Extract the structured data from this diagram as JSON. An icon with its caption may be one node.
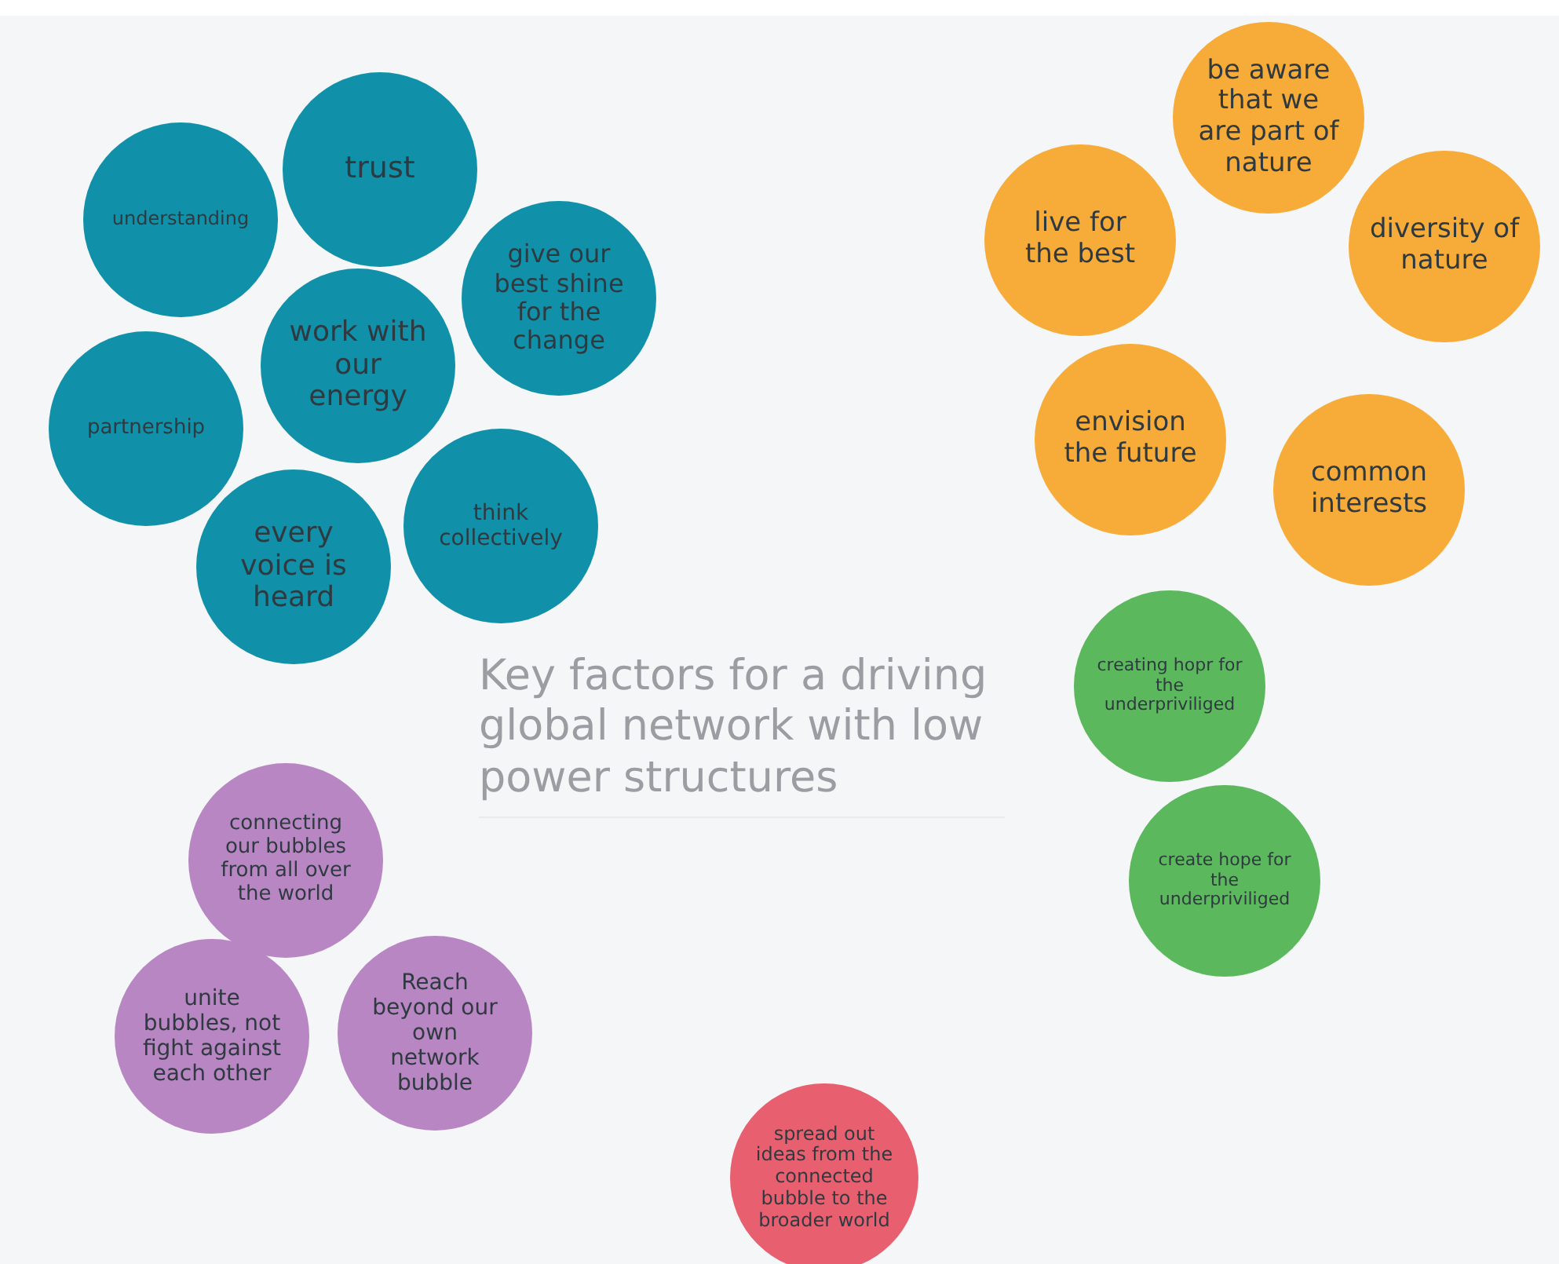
{
  "diagram": {
    "title": "Key factors for a driving global network with low power structures",
    "nodes": [
      {
        "text": [
          "understanding"
        ]
      },
      {
        "text": [
          "trust"
        ]
      },
      {
        "text": [
          "give our best shine for the change"
        ]
      },
      {
        "text": [
          "work with our energy"
        ]
      },
      {
        "text": [
          "partnership"
        ]
      },
      {
        "text": [
          "think collectively"
        ]
      },
      {
        "text": [
          "every voice is heard"
        ]
      },
      {
        "text": [
          "be aware that we are part of nature"
        ]
      },
      {
        "text": [
          "live for the best"
        ]
      },
      {
        "text": [
          "diversity of nature"
        ]
      },
      {
        "text": [
          "envision the future"
        ]
      },
      {
        "text": [
          "common interests"
        ]
      },
      {
        "text": [
          "creating hopr for the underpriviliged"
        ]
      },
      {
        "text": [
          "create hope for the underpriviliged"
        ]
      },
      {
        "text": [
          "connecting our bubbles from all over the world"
        ]
      },
      {
        "text": [
          "unite bubbles, not fight against each other"
        ]
      },
      {
        "text": [
          "Reach beyond our own network bubble"
        ]
      },
      {
        "text": [
          "spread out ideas from the connected bubble to the broader world"
        ]
      }
    ],
    "edges": []
  }
}
